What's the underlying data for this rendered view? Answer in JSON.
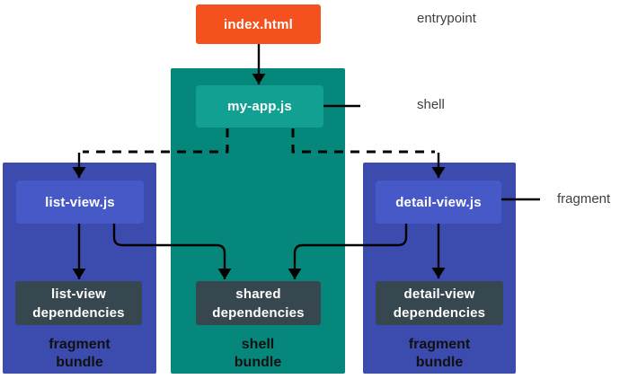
{
  "nodes": {
    "index_html": {
      "label": "index.html"
    },
    "my_app": {
      "label": "my-app.js"
    },
    "list_view": {
      "label": "list-view.js"
    },
    "detail_view": {
      "label": "detail-view.js"
    },
    "list_view_deps": {
      "line1": "list-view",
      "line2": "dependencies"
    },
    "shared_deps": {
      "line1": "shared",
      "line2": "dependencies"
    },
    "detail_view_deps": {
      "line1": "detail-view",
      "line2": "dependencies"
    }
  },
  "bundles": {
    "left_fragment": {
      "caption_line1": "fragment",
      "caption_line2": "bundle"
    },
    "shell": {
      "caption_line1": "shell",
      "caption_line2": "bundle"
    },
    "right_fragment": {
      "caption_line1": "fragment",
      "caption_line2": "bundle"
    }
  },
  "annotations": {
    "entrypoint": "entrypoint",
    "shell": "shell",
    "fragment": "fragment"
  },
  "edges": [
    {
      "from": "index.html",
      "to": "my-app.js",
      "style": "solid"
    },
    {
      "from": "my-app.js",
      "to": "list-view.js",
      "style": "dashed"
    },
    {
      "from": "my-app.js",
      "to": "detail-view.js",
      "style": "dashed"
    },
    {
      "from": "list-view.js",
      "to": "list-view dependencies",
      "style": "solid"
    },
    {
      "from": "list-view.js",
      "to": "shared dependencies",
      "style": "solid"
    },
    {
      "from": "detail-view.js",
      "to": "shared dependencies",
      "style": "solid"
    },
    {
      "from": "detail-view.js",
      "to": "detail-view dependencies",
      "style": "solid"
    }
  ],
  "colors": {
    "bg": "#ffffff",
    "entry_bg": "#f4511e",
    "shell_bg": "#05887b",
    "shell_node": "#12a093",
    "frag_bg": "#3c4bae",
    "frag_node": "#4759c7",
    "deps_bg": "#37474f",
    "arrow": "#000000",
    "label_bg": "#ffffff",
    "label_text": "#3c4043",
    "node_text": "#ffffff",
    "caption_text": "#111111"
  }
}
